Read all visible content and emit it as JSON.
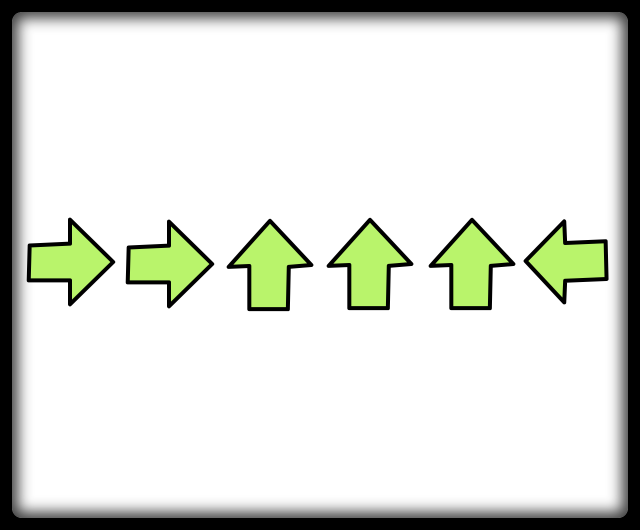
{
  "colors": {
    "frame": "#000000",
    "canvas": "#ffffff",
    "arrow_fill": "#b9f46b",
    "arrow_stroke": "#000000"
  },
  "arrows": [
    {
      "name": "arrow-right-icon",
      "direction": "right"
    },
    {
      "name": "arrow-right-icon",
      "direction": "right"
    },
    {
      "name": "arrow-up-icon",
      "direction": "up"
    },
    {
      "name": "arrow-up-icon",
      "direction": "up"
    },
    {
      "name": "arrow-up-icon",
      "direction": "up"
    },
    {
      "name": "arrow-left-icon",
      "direction": "left"
    }
  ]
}
